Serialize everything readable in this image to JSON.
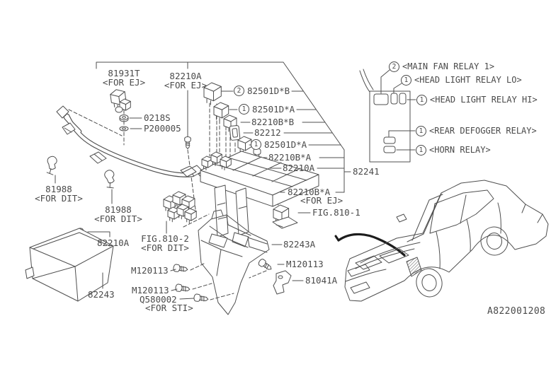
{
  "colors": {
    "background": "#ffffff",
    "line": "#4f4f4f",
    "text": "#4a4a4a",
    "arrow": "#1c1c1c"
  },
  "drawing_number": "A822001208",
  "part_labels": {
    "p81931t": {
      "num": "81931T",
      "variant": "<FOR EJ>"
    },
    "p82210a_top": {
      "num": "82210A",
      "variant": "<FOR EJ>"
    },
    "p0218s": {
      "num": "0218S"
    },
    "p200005": {
      "num": "P200005"
    },
    "p82501d_b": {
      "qty": "2",
      "num": "82501D*B"
    },
    "p82501d_a1": {
      "qty": "1",
      "num": "82501D*A"
    },
    "p82210b_b": {
      "num": "82210B*B"
    },
    "p82212": {
      "num": "82212"
    },
    "p82501d_a2": {
      "qty": "1",
      "num": "82501D*A"
    },
    "p82210b_a1": {
      "num": "82210B*A"
    },
    "p82210a_mid": {
      "num": "82210A"
    },
    "p82241": {
      "num": "82241"
    },
    "p82210b_a2": {
      "num": "82210B*A",
      "variant": "<FOR EJ>"
    },
    "fig810_1": {
      "num": "FIG.810-1"
    },
    "p81988_1": {
      "num": "81988",
      "variant": "<FOR DIT>"
    },
    "p81988_2": {
      "num": "81988",
      "variant": "<FOR DIT>"
    },
    "p82210a_cover": {
      "num": "82210A"
    },
    "fig810_2": {
      "num": "FIG.810-2",
      "variant": "<FOR DIT>"
    },
    "p82243": {
      "num": "82243"
    },
    "m120113_1": {
      "num": "M120113"
    },
    "m120113_2": {
      "num": "M120113"
    },
    "q580002": {
      "num": "Q580002",
      "variant": "<FOR STI>"
    },
    "p82243a": {
      "num": "82243A"
    },
    "m120113_3": {
      "num": "M120113"
    },
    "p81041a": {
      "num": "81041A"
    }
  },
  "relay_callouts": [
    {
      "qty": "2",
      "label": "<MAIN FAN RELAY 1>"
    },
    {
      "qty": "1",
      "label": "<HEAD LIGHT RELAY LO>"
    },
    {
      "qty": "1",
      "label": "<HEAD LIGHT RELAY HI>"
    },
    {
      "qty": "1",
      "label": "<REAR DEFOGGER RELAY>"
    },
    {
      "qty": "1",
      "label": "<HORN RELAY>"
    }
  ]
}
